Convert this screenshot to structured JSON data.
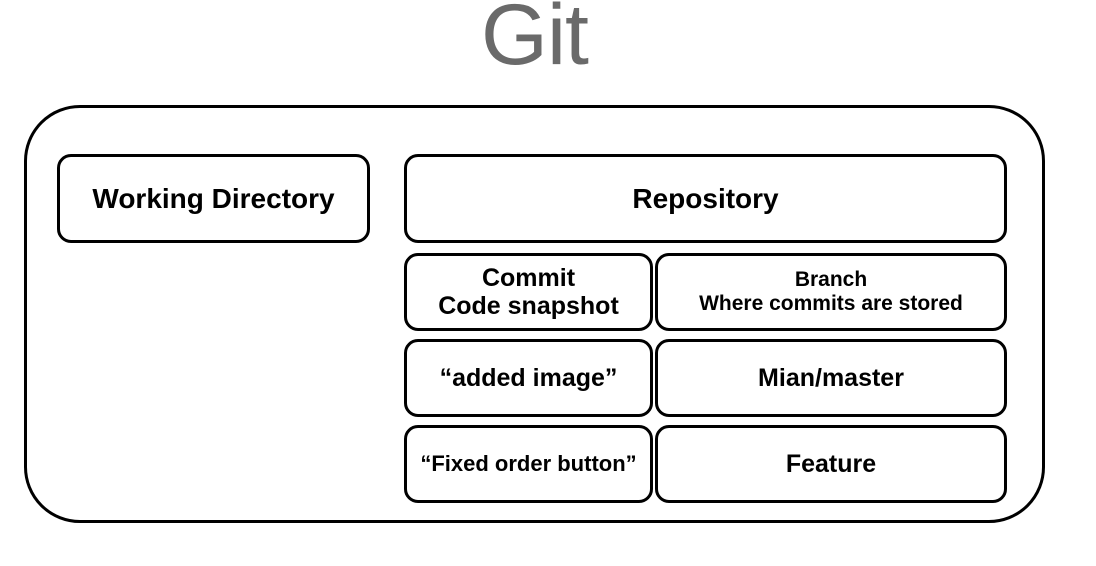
{
  "title": "Git",
  "colors": {
    "title_text": "#6a6a6a",
    "border": "#000000",
    "background": "#ffffff",
    "box_text": "#000000"
  },
  "diagram": {
    "working_directory": {
      "label": "Working Directory"
    },
    "repository": {
      "label": "Repository",
      "cells": [
        {
          "line1": "Commit",
          "line2": "Code snapshot"
        },
        {
          "line1": "Branch",
          "line2": "Where commits are stored"
        },
        {
          "line1": "“added image”"
        },
        {
          "line1": "Mian/master"
        },
        {
          "line1": "“Fixed order button”"
        },
        {
          "line1": "Feature"
        }
      ]
    }
  }
}
